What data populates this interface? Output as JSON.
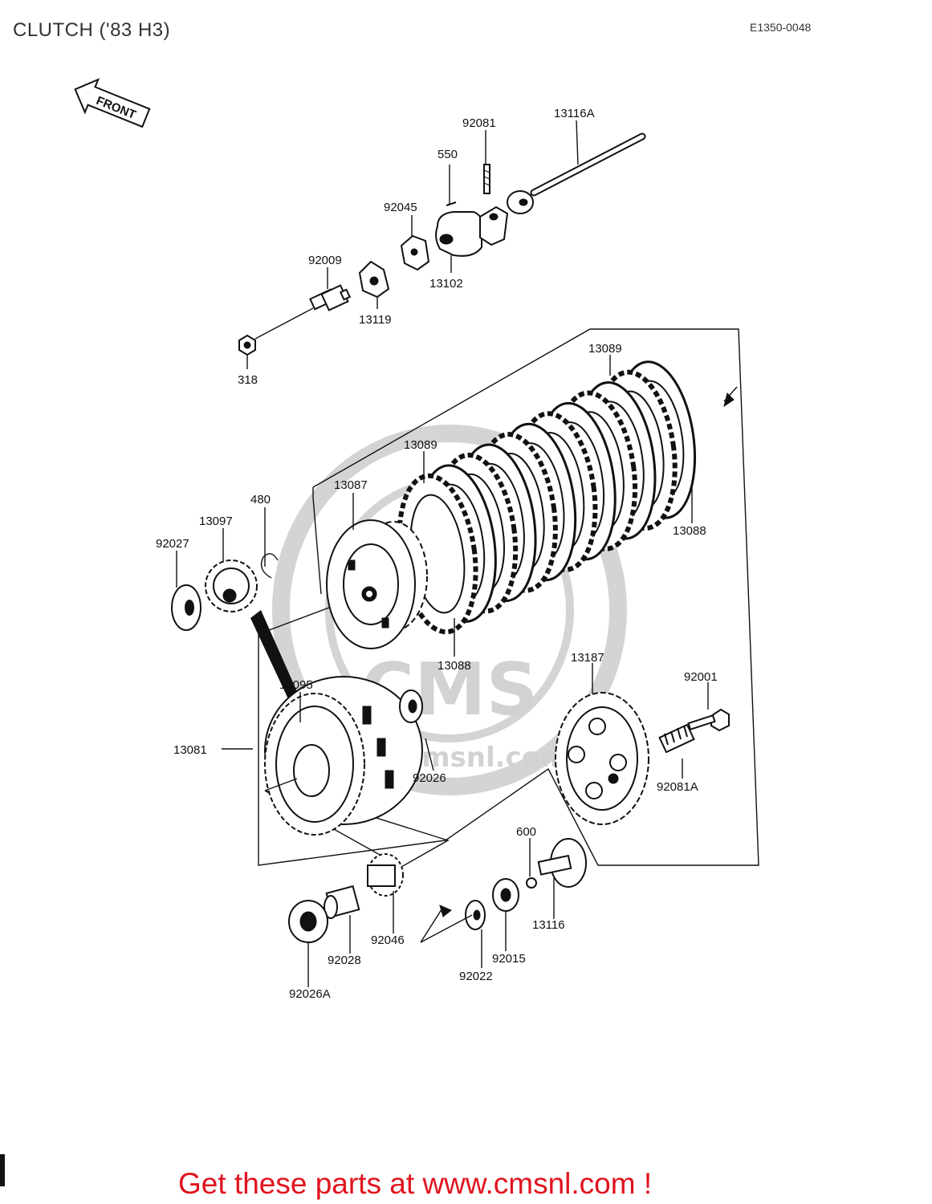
{
  "header": {
    "title": "CLUTCH ('83 H3)",
    "code": "E1350-0048"
  },
  "front_arrow": {
    "label": "FRONT"
  },
  "watermark": {
    "logo": "CMS",
    "url": "www.cmsnl.com"
  },
  "parts": {
    "p13116A": "13116A",
    "p92081": "92081",
    "p550": "550",
    "p92045": "92045",
    "p92009": "92009",
    "p13102": "13102",
    "p13119": "13119",
    "p318": "318",
    "p13089a": "13089",
    "p13089b": "13089",
    "p13087": "13087",
    "p480": "480",
    "p13097": "13097",
    "p92027": "92027",
    "p13088a": "13088",
    "p13088b": "13088",
    "p13095": "13095",
    "p13187": "13187",
    "p92001": "92001",
    "p13081": "13081",
    "p92026": "92026",
    "p92081A": "92081A",
    "p600": "600",
    "p13116": "13116",
    "p92046": "92046",
    "p92015": "92015",
    "p92028": "92028",
    "p92022": "92022",
    "p92026A": "92026A"
  },
  "footer": {
    "text": "Get these parts at www.cmsnl.com !",
    "color": "#e0141e"
  }
}
